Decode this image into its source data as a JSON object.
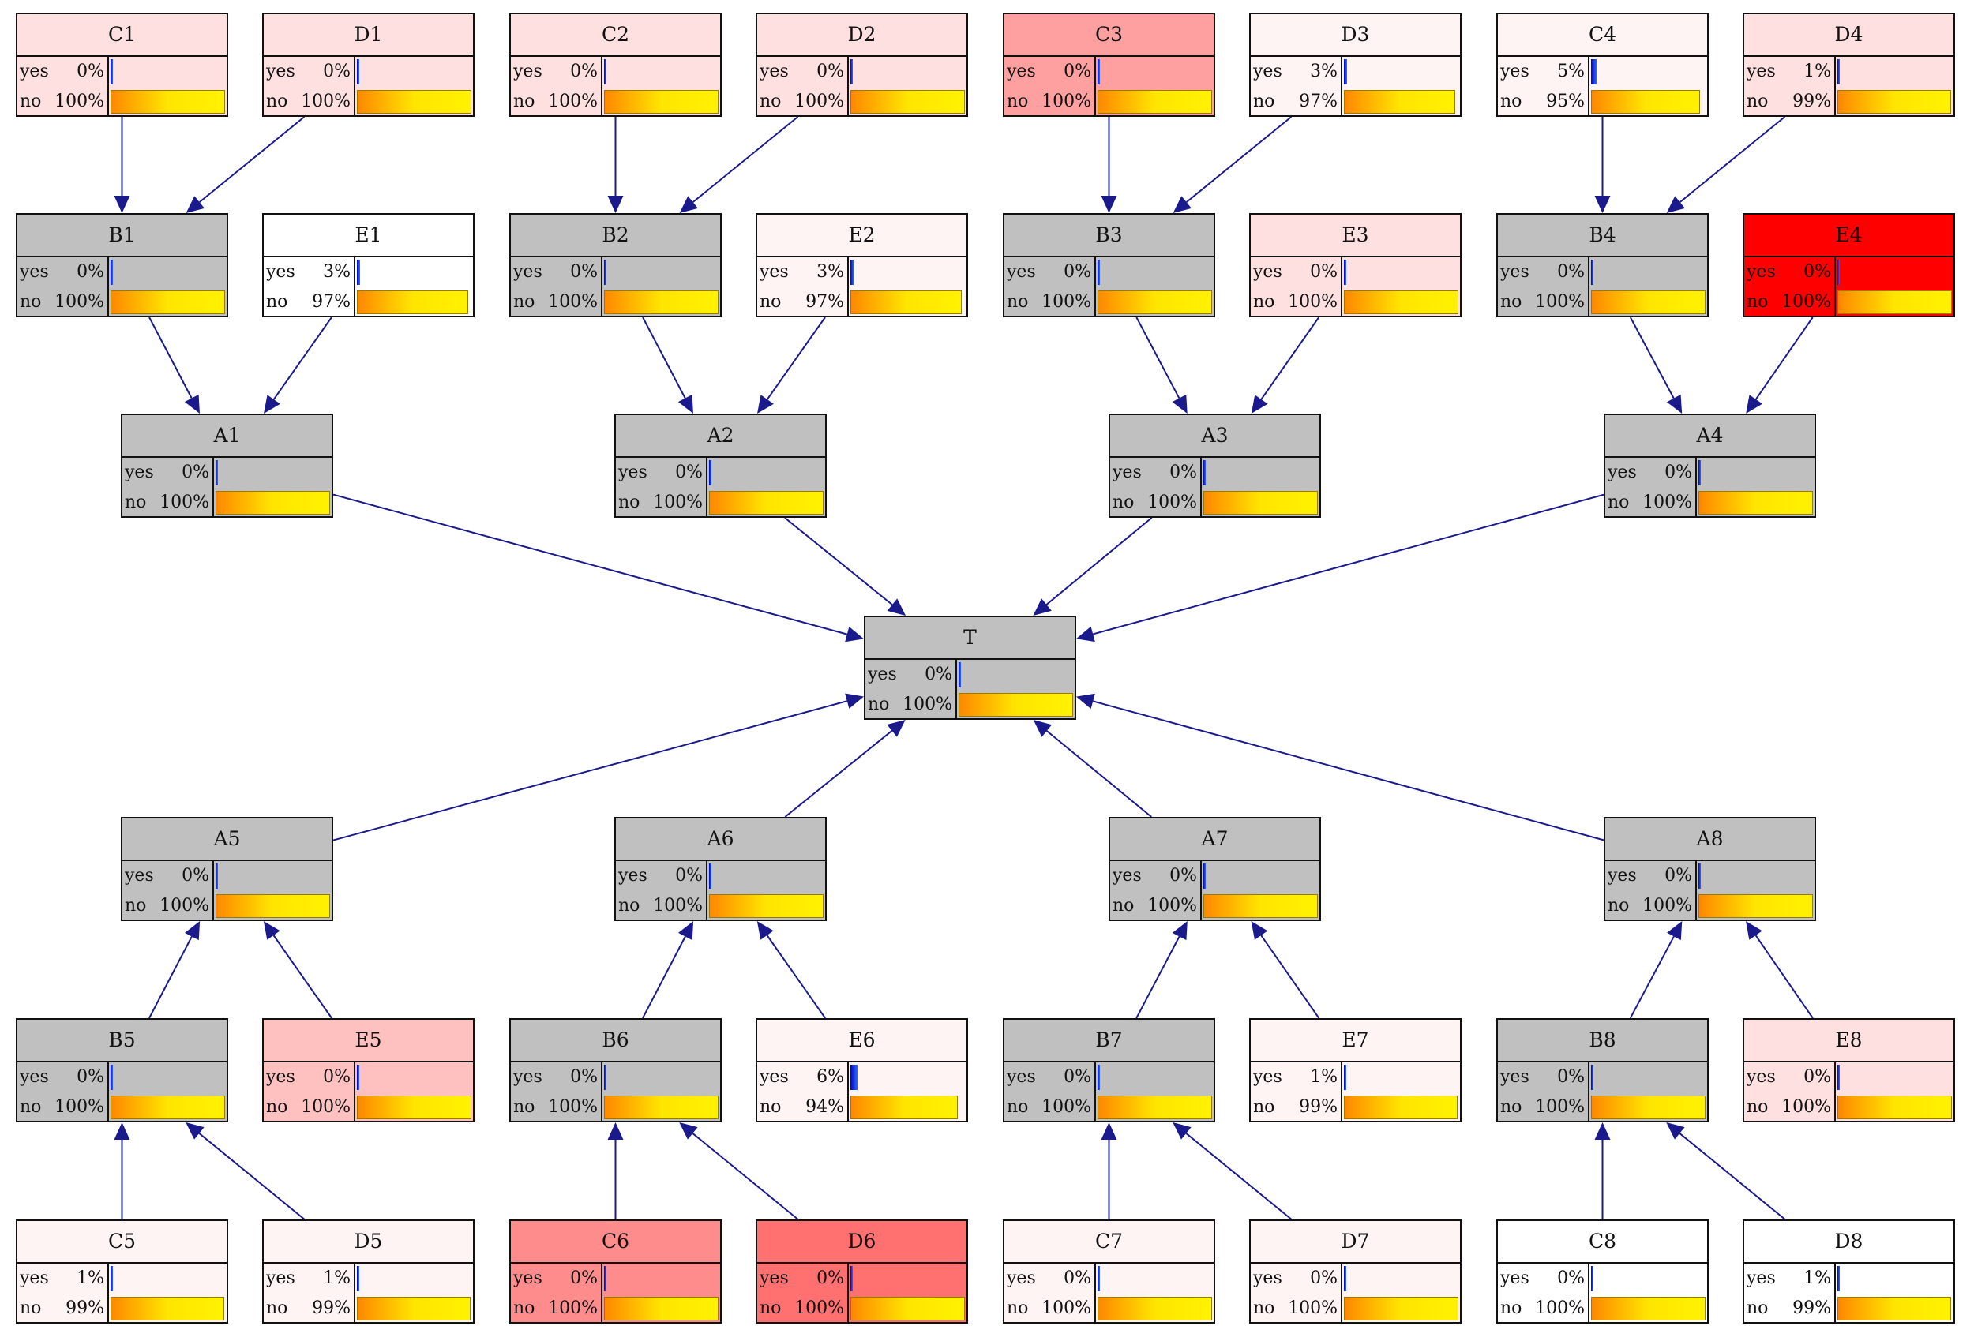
{
  "colors": {
    "gray": "#c0c0c0",
    "white": "#ffffff",
    "pink_faint": "#fff4f4",
    "pink_light": "#ffe0e0",
    "pink_mid": "#ffc0c0",
    "salmon": "#ffa0a0",
    "salmon_dark": "#ff8c8c",
    "coral": "#ff7070",
    "red": "#ff0000",
    "edge": "#1a1a8c"
  },
  "nodes": [
    {
      "id": "C1",
      "title": "C1",
      "color": "pink_light",
      "yes": {
        "label": "yes",
        "pct": "0%",
        "value": 0
      },
      "no": {
        "label": "no",
        "pct": "100%",
        "value": 100
      }
    },
    {
      "id": "D1",
      "title": "D1",
      "color": "pink_light",
      "yes": {
        "label": "yes",
        "pct": "0%",
        "value": 0
      },
      "no": {
        "label": "no",
        "pct": "100%",
        "value": 100
      }
    },
    {
      "id": "C2",
      "title": "C2",
      "color": "pink_light",
      "yes": {
        "label": "yes",
        "pct": "0%",
        "value": 0
      },
      "no": {
        "label": "no",
        "pct": "100%",
        "value": 100
      }
    },
    {
      "id": "D2",
      "title": "D2",
      "color": "pink_light",
      "yes": {
        "label": "yes",
        "pct": "0%",
        "value": 0
      },
      "no": {
        "label": "no",
        "pct": "100%",
        "value": 100
      }
    },
    {
      "id": "C3",
      "title": "C3",
      "color": "salmon",
      "yes": {
        "label": "yes",
        "pct": "0%",
        "value": 0
      },
      "no": {
        "label": "no",
        "pct": "100%",
        "value": 100
      }
    },
    {
      "id": "D3",
      "title": "D3",
      "color": "pink_faint",
      "yes": {
        "label": "yes",
        "pct": "3%",
        "value": 3
      },
      "no": {
        "label": "no",
        "pct": "97%",
        "value": 97
      }
    },
    {
      "id": "C4",
      "title": "C4",
      "color": "pink_faint",
      "yes": {
        "label": "yes",
        "pct": "5%",
        "value": 5
      },
      "no": {
        "label": "no",
        "pct": "95%",
        "value": 95
      }
    },
    {
      "id": "D4",
      "title": "D4",
      "color": "pink_light",
      "yes": {
        "label": "yes",
        "pct": "1%",
        "value": 1
      },
      "no": {
        "label": "no",
        "pct": "99%",
        "value": 99
      }
    },
    {
      "id": "B1",
      "title": "B1",
      "color": "gray",
      "yes": {
        "label": "yes",
        "pct": "0%",
        "value": 0
      },
      "no": {
        "label": "no",
        "pct": "100%",
        "value": 100
      }
    },
    {
      "id": "E1",
      "title": "E1",
      "color": "white",
      "yes": {
        "label": "yes",
        "pct": "3%",
        "value": 3
      },
      "no": {
        "label": "no",
        "pct": "97%",
        "value": 97
      }
    },
    {
      "id": "B2",
      "title": "B2",
      "color": "gray",
      "yes": {
        "label": "yes",
        "pct": "0%",
        "value": 0
      },
      "no": {
        "label": "no",
        "pct": "100%",
        "value": 100
      }
    },
    {
      "id": "E2",
      "title": "E2",
      "color": "pink_faint",
      "yes": {
        "label": "yes",
        "pct": "3%",
        "value": 3
      },
      "no": {
        "label": "no",
        "pct": "97%",
        "value": 97
      }
    },
    {
      "id": "B3",
      "title": "B3",
      "color": "gray",
      "yes": {
        "label": "yes",
        "pct": "0%",
        "value": 0
      },
      "no": {
        "label": "no",
        "pct": "100%",
        "value": 100
      }
    },
    {
      "id": "E3",
      "title": "E3",
      "color": "pink_light",
      "yes": {
        "label": "yes",
        "pct": "0%",
        "value": 0
      },
      "no": {
        "label": "no",
        "pct": "100%",
        "value": 100
      }
    },
    {
      "id": "B4",
      "title": "B4",
      "color": "gray",
      "yes": {
        "label": "yes",
        "pct": "0%",
        "value": 0
      },
      "no": {
        "label": "no",
        "pct": "100%",
        "value": 100
      }
    },
    {
      "id": "E4",
      "title": "E4",
      "color": "red",
      "yes": {
        "label": "yes",
        "pct": "0%",
        "value": 0
      },
      "no": {
        "label": "no",
        "pct": "100%",
        "value": 100
      }
    },
    {
      "id": "A1",
      "title": "A1",
      "color": "gray",
      "yes": {
        "label": "yes",
        "pct": "0%",
        "value": 0
      },
      "no": {
        "label": "no",
        "pct": "100%",
        "value": 100
      }
    },
    {
      "id": "A2",
      "title": "A2",
      "color": "gray",
      "yes": {
        "label": "yes",
        "pct": "0%",
        "value": 0
      },
      "no": {
        "label": "no",
        "pct": "100%",
        "value": 100
      }
    },
    {
      "id": "A3",
      "title": "A3",
      "color": "gray",
      "yes": {
        "label": "yes",
        "pct": "0%",
        "value": 0
      },
      "no": {
        "label": "no",
        "pct": "100%",
        "value": 100
      }
    },
    {
      "id": "A4",
      "title": "A4",
      "color": "gray",
      "yes": {
        "label": "yes",
        "pct": "0%",
        "value": 0
      },
      "no": {
        "label": "no",
        "pct": "100%",
        "value": 100
      }
    },
    {
      "id": "T",
      "title": "T",
      "color": "gray",
      "yes": {
        "label": "yes",
        "pct": "0%",
        "value": 0
      },
      "no": {
        "label": "no",
        "pct": "100%",
        "value": 100
      }
    },
    {
      "id": "A5",
      "title": "A5",
      "color": "gray",
      "yes": {
        "label": "yes",
        "pct": "0%",
        "value": 0
      },
      "no": {
        "label": "no",
        "pct": "100%",
        "value": 100
      }
    },
    {
      "id": "A6",
      "title": "A6",
      "color": "gray",
      "yes": {
        "label": "yes",
        "pct": "0%",
        "value": 0
      },
      "no": {
        "label": "no",
        "pct": "100%",
        "value": 100
      }
    },
    {
      "id": "A7",
      "title": "A7",
      "color": "gray",
      "yes": {
        "label": "yes",
        "pct": "0%",
        "value": 0
      },
      "no": {
        "label": "no",
        "pct": "100%",
        "value": 100
      }
    },
    {
      "id": "A8",
      "title": "A8",
      "color": "gray",
      "yes": {
        "label": "yes",
        "pct": "0%",
        "value": 0
      },
      "no": {
        "label": "no",
        "pct": "100%",
        "value": 100
      }
    },
    {
      "id": "B5",
      "title": "B5",
      "color": "gray",
      "yes": {
        "label": "yes",
        "pct": "0%",
        "value": 0
      },
      "no": {
        "label": "no",
        "pct": "100%",
        "value": 100
      }
    },
    {
      "id": "E5",
      "title": "E5",
      "color": "pink_mid",
      "yes": {
        "label": "yes",
        "pct": "0%",
        "value": 0
      },
      "no": {
        "label": "no",
        "pct": "100%",
        "value": 100
      }
    },
    {
      "id": "B6",
      "title": "B6",
      "color": "gray",
      "yes": {
        "label": "yes",
        "pct": "0%",
        "value": 0
      },
      "no": {
        "label": "no",
        "pct": "100%",
        "value": 100
      }
    },
    {
      "id": "E6",
      "title": "E6",
      "color": "pink_faint",
      "yes": {
        "label": "yes",
        "pct": "6%",
        "value": 6
      },
      "no": {
        "label": "no",
        "pct": "94%",
        "value": 94
      }
    },
    {
      "id": "B7",
      "title": "B7",
      "color": "gray",
      "yes": {
        "label": "yes",
        "pct": "0%",
        "value": 0
      },
      "no": {
        "label": "no",
        "pct": "100%",
        "value": 100
      }
    },
    {
      "id": "E7",
      "title": "E7",
      "color": "pink_faint",
      "yes": {
        "label": "yes",
        "pct": "1%",
        "value": 1
      },
      "no": {
        "label": "no",
        "pct": "99%",
        "value": 99
      }
    },
    {
      "id": "B8",
      "title": "B8",
      "color": "gray",
      "yes": {
        "label": "yes",
        "pct": "0%",
        "value": 0
      },
      "no": {
        "label": "no",
        "pct": "100%",
        "value": 100
      }
    },
    {
      "id": "E8",
      "title": "E8",
      "color": "pink_light",
      "yes": {
        "label": "yes",
        "pct": "0%",
        "value": 0
      },
      "no": {
        "label": "no",
        "pct": "100%",
        "value": 100
      }
    },
    {
      "id": "C5",
      "title": "C5",
      "color": "pink_faint",
      "yes": {
        "label": "yes",
        "pct": "1%",
        "value": 1
      },
      "no": {
        "label": "no",
        "pct": "99%",
        "value": 99
      }
    },
    {
      "id": "D5",
      "title": "D5",
      "color": "pink_faint",
      "yes": {
        "label": "yes",
        "pct": "1%",
        "value": 1
      },
      "no": {
        "label": "no",
        "pct": "99%",
        "value": 99
      }
    },
    {
      "id": "C6",
      "title": "C6",
      "color": "salmon_dark",
      "yes": {
        "label": "yes",
        "pct": "0%",
        "value": 0
      },
      "no": {
        "label": "no",
        "pct": "100%",
        "value": 100
      }
    },
    {
      "id": "D6",
      "title": "D6",
      "color": "coral",
      "yes": {
        "label": "yes",
        "pct": "0%",
        "value": 0
      },
      "no": {
        "label": "no",
        "pct": "100%",
        "value": 100
      }
    },
    {
      "id": "C7",
      "title": "C7",
      "color": "pink_faint",
      "yes": {
        "label": "yes",
        "pct": "0%",
        "value": 0
      },
      "no": {
        "label": "no",
        "pct": "100%",
        "value": 100
      }
    },
    {
      "id": "D7",
      "title": "D7",
      "color": "pink_faint",
      "yes": {
        "label": "yes",
        "pct": "0%",
        "value": 0
      },
      "no": {
        "label": "no",
        "pct": "100%",
        "value": 100
      }
    },
    {
      "id": "C8",
      "title": "C8",
      "color": "white",
      "yes": {
        "label": "yes",
        "pct": "0%",
        "value": 0
      },
      "no": {
        "label": "no",
        "pct": "100%",
        "value": 100
      }
    },
    {
      "id": "D8",
      "title": "D8",
      "color": "white",
      "yes": {
        "label": "yes",
        "pct": "1%",
        "value": 1
      },
      "no": {
        "label": "no",
        "pct": "99%",
        "value": 99
      }
    }
  ],
  "edges": [
    {
      "from": "C1",
      "to": "B1"
    },
    {
      "from": "D1",
      "to": "B1"
    },
    {
      "from": "C2",
      "to": "B2"
    },
    {
      "from": "D2",
      "to": "B2"
    },
    {
      "from": "C3",
      "to": "B3"
    },
    {
      "from": "D3",
      "to": "B3"
    },
    {
      "from": "C4",
      "to": "B4"
    },
    {
      "from": "D4",
      "to": "B4"
    },
    {
      "from": "B1",
      "to": "A1"
    },
    {
      "from": "E1",
      "to": "A1"
    },
    {
      "from": "B2",
      "to": "A2"
    },
    {
      "from": "E2",
      "to": "A2"
    },
    {
      "from": "B3",
      "to": "A3"
    },
    {
      "from": "E3",
      "to": "A3"
    },
    {
      "from": "B4",
      "to": "A4"
    },
    {
      "from": "E4",
      "to": "A4"
    },
    {
      "from": "A1",
      "to": "T"
    },
    {
      "from": "A2",
      "to": "T"
    },
    {
      "from": "A3",
      "to": "T"
    },
    {
      "from": "A4",
      "to": "T"
    },
    {
      "from": "A5",
      "to": "T"
    },
    {
      "from": "A6",
      "to": "T"
    },
    {
      "from": "A7",
      "to": "T"
    },
    {
      "from": "A8",
      "to": "T"
    },
    {
      "from": "B5",
      "to": "A5"
    },
    {
      "from": "E5",
      "to": "A5"
    },
    {
      "from": "B6",
      "to": "A6"
    },
    {
      "from": "E6",
      "to": "A6"
    },
    {
      "from": "B7",
      "to": "A7"
    },
    {
      "from": "E7",
      "to": "A7"
    },
    {
      "from": "B8",
      "to": "A8"
    },
    {
      "from": "E8",
      "to": "A8"
    },
    {
      "from": "C5",
      "to": "B5"
    },
    {
      "from": "D5",
      "to": "B5"
    },
    {
      "from": "C6",
      "to": "B6"
    },
    {
      "from": "D6",
      "to": "B6"
    },
    {
      "from": "C7",
      "to": "B7"
    },
    {
      "from": "D7",
      "to": "B7"
    },
    {
      "from": "C8",
      "to": "B8"
    },
    {
      "from": "D8",
      "to": "B8"
    }
  ]
}
